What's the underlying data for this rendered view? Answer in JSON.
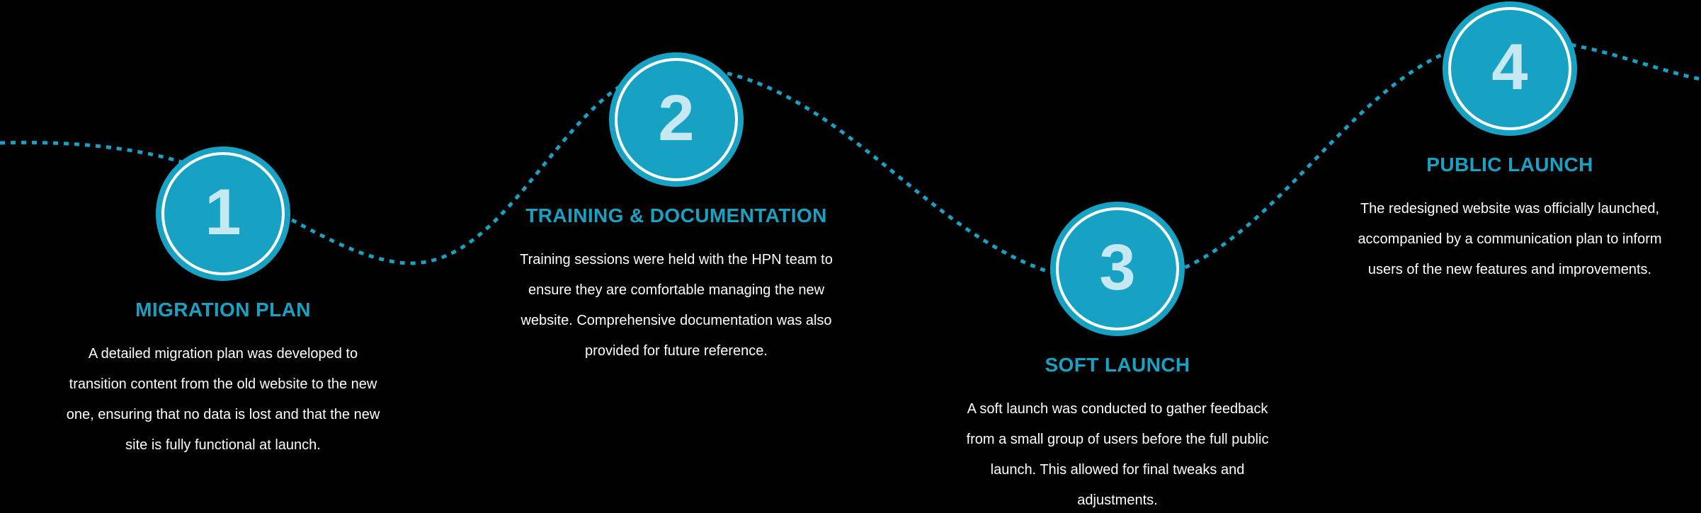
{
  "background": "#000000",
  "colors": {
    "accent": "#17a2c3",
    "circle_fill": "#17a2c3",
    "ring": "#ffffff",
    "number": "#c6e8f2",
    "description": "#ffffff",
    "dash": "#1aa0c2",
    "background": "#000000"
  },
  "steps": [
    {
      "number": "1",
      "title": "MIGRATION PLAN",
      "description_lines": [
        "A detailed migration plan was developed to",
        "transition content from the old website to the new",
        "one, ensuring that no data is lost and that the new",
        "site is fully functional at launch."
      ]
    },
    {
      "number": "2",
      "title": "TRAINING & DOCUMENTATION",
      "description_lines": [
        "Training sessions were held with the HPN team to",
        "ensure they are comfortable managing the new",
        "website. Comprehensive documentation was also",
        "provided for future reference."
      ]
    },
    {
      "number": "3",
      "title": "SOFT LAUNCH",
      "description_lines": [
        "A soft launch was conducted to gather feedback",
        "from a small group of users before the full public",
        "launch. This allowed for final tweaks and",
        "adjustments."
      ]
    },
    {
      "number": "4",
      "title": "PUBLIC LAUNCH",
      "description_lines": [
        "The redesigned website was officially launched,",
        "accompanied by a communication plan to inform",
        "users of the new features and improvements."
      ]
    }
  ]
}
